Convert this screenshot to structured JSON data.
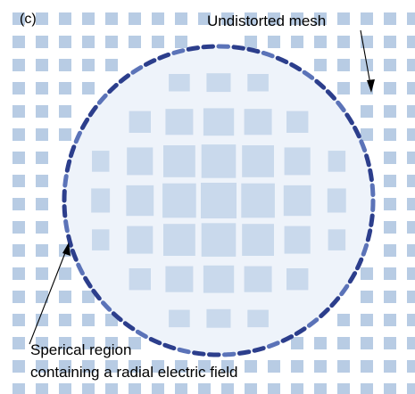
{
  "figure": {
    "panel_label": "(c)",
    "annotations": {
      "undistorted_mesh": "Undistorted mesh",
      "spherical_region_line1": "Sperical region",
      "spherical_region_line2": "containing a  radial electric field"
    }
  },
  "colors": {
    "mesh_light": "#b8cce4",
    "mesh_inner": "#c9d9ec",
    "boundary_dark": "#2c3e8c",
    "boundary_mid": "#5b73b8",
    "interior_bg": "#eef3fa",
    "arrow": "#000000"
  }
}
